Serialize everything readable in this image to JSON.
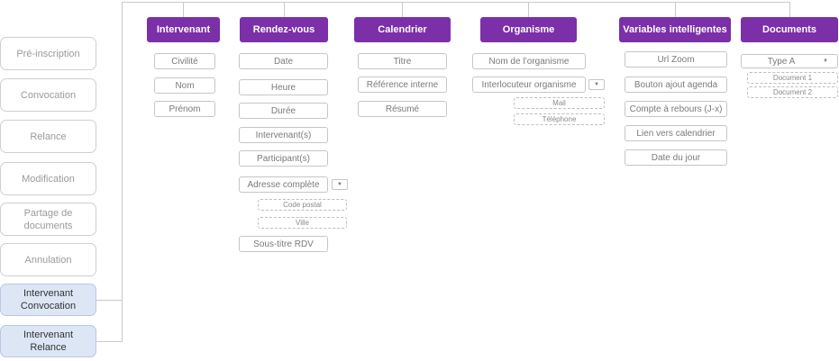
{
  "left_menu": [
    {
      "label": "Pré-inscription",
      "active": false
    },
    {
      "label": "Convocation",
      "active": false
    },
    {
      "label": "Relance",
      "active": false
    },
    {
      "label": "Modification",
      "active": false
    },
    {
      "label": "Partage de documents",
      "active": false
    },
    {
      "label": "Annulation",
      "active": false
    },
    {
      "label": "Intervenant Convocation",
      "active": true
    },
    {
      "label": "Intervenant Relance",
      "active": true
    }
  ],
  "colors": {
    "header": "#7b2fa8",
    "active_item": "#dde6f5",
    "connector": "#c9c9c9"
  },
  "categories": {
    "intervenant": {
      "title": "Intervenant",
      "fields": [
        "Civilité",
        "Nom",
        "Prénom"
      ]
    },
    "rendezvous": {
      "title": "Rendez-vous",
      "fields": [
        "Date",
        "Heure",
        "Durée",
        "Intervenant(s)",
        "Participant(s)",
        "Adresse complète",
        "Sous-titre RDV"
      ],
      "address_subfields": [
        "Code postal",
        "Ville"
      ],
      "dropdown_icon": "▼"
    },
    "calendrier": {
      "title": "Calendrier",
      "fields": [
        "Titre",
        "Référence interne",
        "Résumé"
      ]
    },
    "organisme": {
      "title": "Organisme",
      "fields": [
        "Nom de l’organisme",
        "Interlocuteur organisme"
      ],
      "contact_subfields": [
        "Mail",
        "Téléphone"
      ],
      "dropdown_icon": "▼"
    },
    "variables": {
      "title": "Variables intelligentes",
      "fields": [
        "Url Zoom",
        "Bouton ajout agenda",
        "Compte à rebours (J-x)",
        "Lien vers calendrier",
        "Date du jour"
      ]
    },
    "documents": {
      "title": "Documents",
      "selected_type": "Type A",
      "dropdown_icon": "▼",
      "subfields": [
        "Document 1",
        "Document 2"
      ]
    }
  }
}
